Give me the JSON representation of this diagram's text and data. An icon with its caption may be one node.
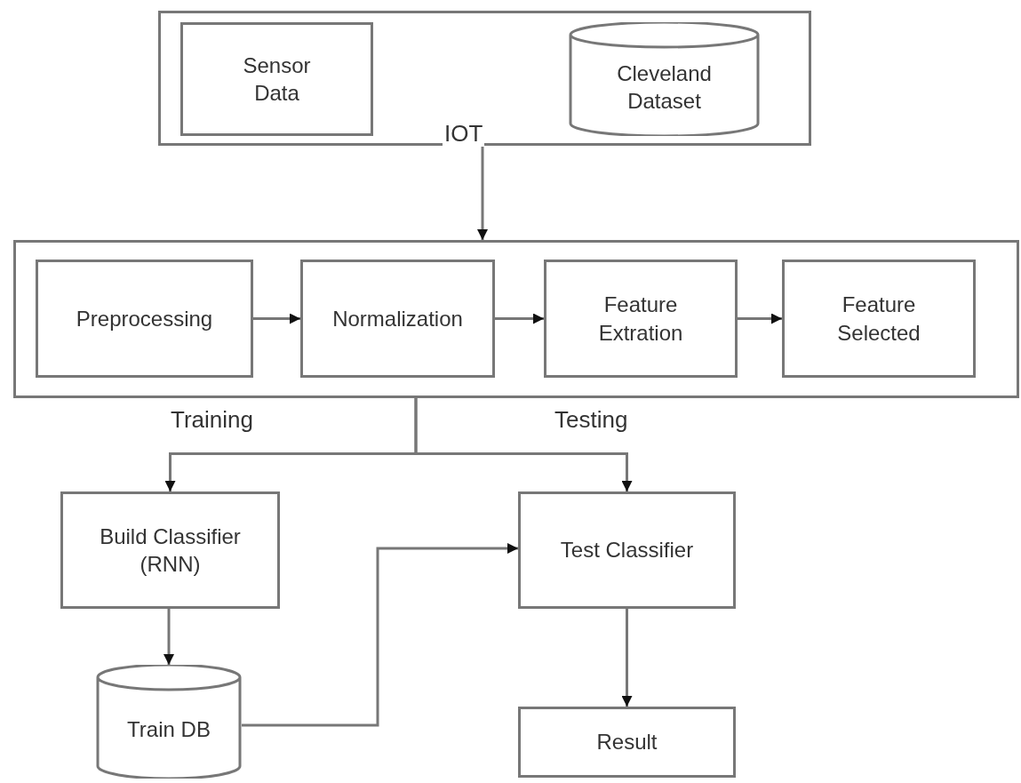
{
  "diagram": {
    "nodes": [
      {
        "text": [],
        "shape": "box"
      },
      {
        "text": [
          "Sensor Data"
        ],
        "in": 0
      },
      {
        "text": [
          "Cleveland Dataset"
        ],
        "in": 0
      },
      {
        "text": [],
        "shape": "box"
      },
      {
        "text": [
          "Preprocessing"
        ],
        "in": 3
      },
      {
        "text": [
          "Normalization"
        ],
        "in": 3
      },
      {
        "text": [
          "Feature Extration"
        ],
        "in": 3
      },
      {
        "text": [
          "Feature Selected"
        ],
        "in": 3
      },
      {
        "text": [
          "Build Classifier (RNN)"
        ]
      },
      {
        "text": [
          "Test Classifier"
        ]
      },
      {
        "text": [
          "Train DB"
        ]
      },
      {
        "text": [
          "Result"
        ]
      }
    ],
    "edges": [
      {
        "from": 0,
        "to": 3,
        "arrow": "to",
        "label": "IOT"
      },
      {
        "from": 4,
        "to": 5,
        "arrow": "to"
      },
      {
        "from": 5,
        "to": 6,
        "arrow": "to"
      },
      {
        "from": 6,
        "to": 7,
        "arrow": "to"
      },
      {
        "from": 3,
        "to": 8,
        "arrow": "to",
        "label": "Training"
      },
      {
        "from": 3,
        "to": 9,
        "arrow": "to",
        "label": "Testing"
      },
      {
        "from": 8,
        "to": 10,
        "arrow": "to"
      },
      {
        "from": 10,
        "to": 9,
        "arrow": "to"
      },
      {
        "from": 9,
        "to": 11,
        "arrow": "to"
      }
    ]
  }
}
